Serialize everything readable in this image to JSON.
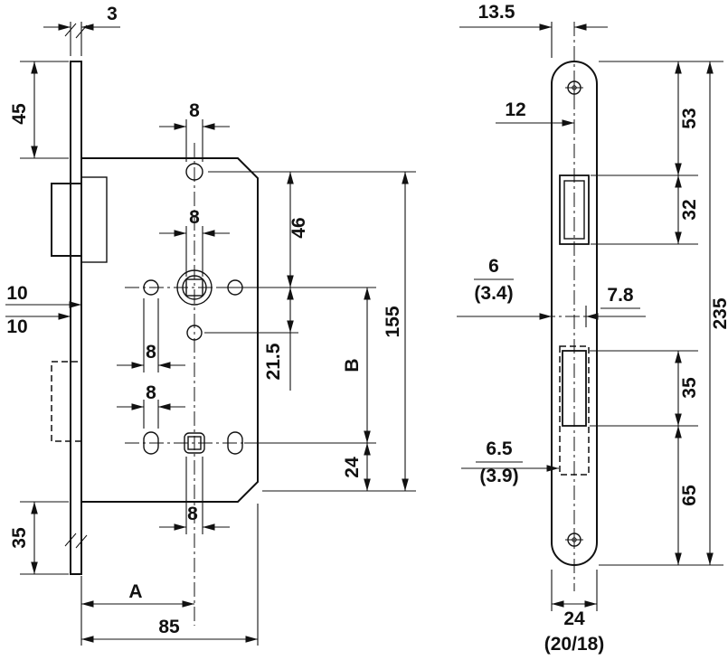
{
  "title": "Mortise lock dimensional drawing",
  "left_view": {
    "labels": {
      "thickness_3": "3",
      "top_45": "45",
      "hole8_top": "8",
      "square8": "8",
      "off10_a": "10",
      "off10_b": "10",
      "hole8_left": "8",
      "slot8_left": "8",
      "hole8_bottom": "8",
      "v46": "46",
      "v21_5": "21.5",
      "vB": "B",
      "v155": "155",
      "v24": "24",
      "v35": "35",
      "hA": "A",
      "h85": "85"
    }
  },
  "right_view": {
    "labels": {
      "h13_5": "13.5",
      "h12": "12",
      "v53": "53",
      "v32": "32",
      "m6": "6",
      "m6_alt": "(3.4)",
      "m7_8": "7.8",
      "v235": "235",
      "v35": "35",
      "m6_5": "6.5",
      "m6_5_alt": "(3.9)",
      "v65": "65",
      "w24": "24",
      "w24_alt": "(20/18)"
    }
  }
}
